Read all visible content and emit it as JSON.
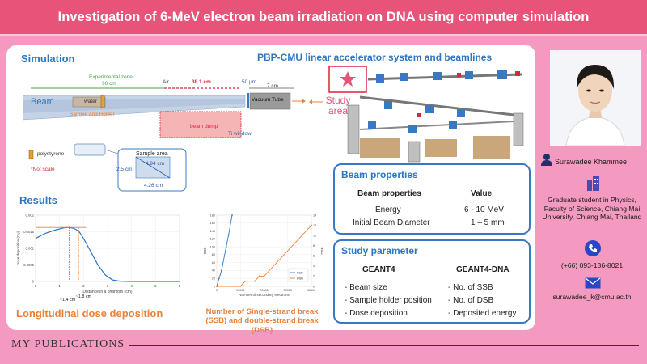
{
  "header": {
    "title": "Investigation of 6-MeV electron beam irradiation on DNA using computer simulation"
  },
  "simulation": {
    "title": "Simulation",
    "experimental_zone": "Experimental zone",
    "exp_dist": "90 cm",
    "air": "Air",
    "dist_38": "38.1 cm",
    "dist_50": "50 μm",
    "dist_7": "7 cm",
    "beam": "Beam",
    "water": "water",
    "sample_holder": "Sample and Holder",
    "vacuum_tube": "Vacuum Tube",
    "beam_dump": "beam dump",
    "ti_window": "Ti window",
    "polystyrene": "polystyrene",
    "not_scale": "*Not scale",
    "sample_area": "Sample area",
    "dim_494": "4.94 cm",
    "dim_25": "2.5 cm",
    "dim_426": "4.26 cm"
  },
  "accelerator": {
    "title": "PBP-CMU linear accelerator system and beamlines",
    "study_area": "Study area"
  },
  "results": {
    "title": "Results",
    "dose_caption": "Longitudinal dose deposition",
    "ssb_caption": "Number of Single-strand break (SSB) and double-strand break (DSB)",
    "dose_ylabel": "Dose deposition (Gy)",
    "dose_xlabel": "Distance in a phantom (cm)",
    "mark_14": "~1.4 cm",
    "mark_18": "~1.8 cm",
    "ssb_ylabel": "SSB",
    "dsb_ylabel": "DSB",
    "ssb_xlabel": "Number of secondary electrons",
    "legend_ssb": "SSB",
    "legend_dsb": "DSB"
  },
  "chart_data": [
    {
      "type": "line",
      "xlabel": "Distance in a phantom (cm)",
      "ylabel": "Dose deposition (Gy)",
      "xlim": [
        0,
        6
      ],
      "ylim": [
        0,
        0.002
      ],
      "x_ticks": [
        "0",
        "1",
        "2",
        "3",
        "4",
        "5",
        "6"
      ],
      "y_ticks": [
        "0",
        "0.0005",
        "0.001",
        "0.0015",
        "0.002"
      ],
      "x": [
        0,
        0.4,
        0.8,
        1.2,
        1.4,
        1.6,
        1.8,
        2.0,
        2.3,
        2.6,
        2.9,
        3.2,
        3.5,
        4.0,
        5.0,
        6.0
      ],
      "y": [
        0.0013,
        0.00145,
        0.00155,
        0.00162,
        0.00163,
        0.0016,
        0.00152,
        0.0013,
        0.0009,
        0.0005,
        0.0002,
        5e-05,
        1e-05,
        0,
        0,
        0
      ],
      "annotations": [
        "~1.4 cm",
        "~1.8 cm"
      ]
    },
    {
      "type": "line",
      "xlabel": "Number of secondary electrons",
      "ylabel": "SSB",
      "y2label": "DSB",
      "xlim": [
        0,
        40000
      ],
      "ylim": [
        0,
        180
      ],
      "y2lim": [
        0,
        14
      ],
      "x_ticks": [
        "0",
        "10000",
        "20000",
        "30000",
        "40000"
      ],
      "y_ticks": [
        "0",
        "20",
        "40",
        "60",
        "80",
        "100",
        "120",
        "140",
        "160",
        "180"
      ],
      "y2_ticks": [
        "0",
        "2",
        "4",
        "6",
        "8",
        "10",
        "12",
        "14"
      ],
      "series": [
        {
          "name": "SSB",
          "axis": "left",
          "x": [
            0,
            1000,
            2000,
            4000,
            5000,
            6500
          ],
          "y": [
            0,
            20,
            40,
            100,
            130,
            180
          ]
        },
        {
          "name": "DSB",
          "axis": "right",
          "x": [
            0,
            10000,
            12000,
            16000,
            18000,
            20000,
            40000
          ],
          "y": [
            0,
            0,
            1,
            1,
            2,
            2,
            12
          ]
        }
      ],
      "legend": "bottom-right"
    }
  ],
  "beam_properties": {
    "title": "Beam properties",
    "col1": "Beam properties",
    "col2": "Value",
    "rows": [
      {
        "name": "Energy",
        "value": "6 - 10 MeV"
      },
      {
        "name": "Initial Beam Diameter",
        "value": "1 – 5 mm"
      }
    ]
  },
  "study_parameter": {
    "title": "Study parameter",
    "col1": "GEANT4",
    "col2": "GEANT4-DNA",
    "left": [
      "- Beam size",
      "- Sample holder position",
      "- Dose deposition"
    ],
    "right": [
      "- No. of SSB",
      "- No. of DSB",
      "- Deposited energy"
    ]
  },
  "contact": {
    "name": "Surawadee Khammee",
    "affiliation": "Graduate student in Physics, Faculty of Science, Chiang Mai University, Chiang Mai, Thailand",
    "phone": "(+66) 093-136-8021",
    "email": "surawadee_k@cmu.ac.th"
  },
  "footer": {
    "publications": "MY PUBLICATIONS"
  },
  "colors": {
    "header": "#e8537a",
    "background": "#f49ac0",
    "accent_blue": "#2d76c2",
    "accent_orange": "#e8823a",
    "beam_red": "#d9253a"
  }
}
